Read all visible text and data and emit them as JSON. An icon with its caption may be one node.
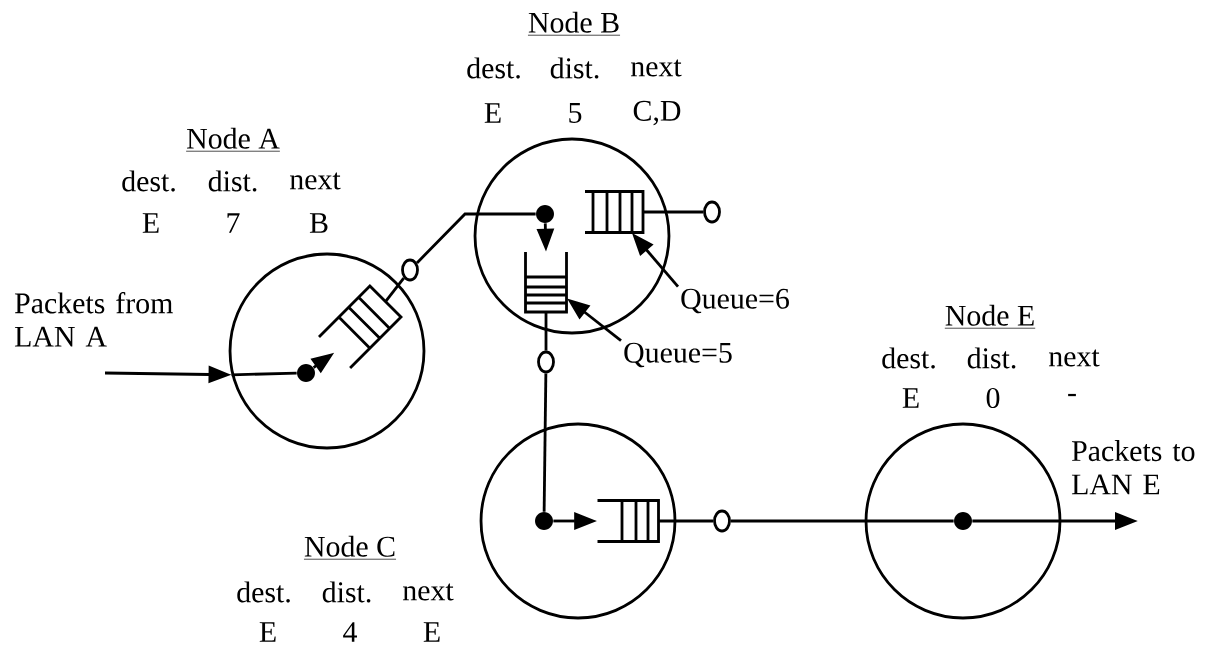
{
  "diagram": {
    "nodes": [
      {
        "text": [
          "Node A"
        ],
        "beside": [
          "dest.",
          "dist.",
          "next",
          "E",
          "7",
          "B"
        ]
      },
      {
        "text": [
          "Node B"
        ],
        "beside": [
          "dest.",
          "dist.",
          "next",
          "E",
          "5",
          "C,D"
        ]
      },
      {
        "text": [
          "Node C"
        ],
        "beside": [
          "dest.",
          "dist.",
          "next",
          "E",
          "4",
          "E"
        ]
      },
      {
        "text": [
          "Node E"
        ],
        "beside": [
          "dest.",
          "dist.",
          "next",
          "E",
          "0",
          "-"
        ]
      },
      {
        "text": [],
        "shape": "box",
        "in": 0
      },
      {
        "text": [],
        "shape": "box",
        "in": 1
      },
      {
        "text": [],
        "shape": "box",
        "in": 1
      },
      {
        "text": [],
        "shape": "box",
        "in": 2
      },
      {
        "text": [
          "Queue=6"
        ]
      },
      {
        "text": [
          "Queue=5"
        ]
      },
      {
        "text": [],
        "shape": "circle",
        "in": 0
      },
      {
        "text": [],
        "shape": "circle",
        "in": 1
      },
      {
        "text": [],
        "shape": "circle",
        "in": 2
      },
      {
        "text": [],
        "shape": "circle",
        "in": 3
      },
      {
        "text": [],
        "shape": "circle"
      },
      {
        "text": [],
        "shape": "circle"
      },
      {
        "text": [],
        "shape": "circle"
      },
      {
        "text": [],
        "shape": "circle"
      }
    ],
    "edges": [
      {
        "from": null,
        "to": 0,
        "arrow": "to"
      },
      {
        "from": 10,
        "to": 4,
        "arrow": "to"
      },
      {
        "from": 4,
        "to": 14,
        "arrow": "none"
      },
      {
        "from": 14,
        "to": 11,
        "arrow": "none"
      },
      {
        "from": 11,
        "to": 5,
        "arrow": "to"
      },
      {
        "from": 5,
        "to": 15,
        "arrow": "none"
      },
      {
        "from": 15,
        "to": 12,
        "arrow": "none"
      },
      {
        "from": 12,
        "to": 7,
        "arrow": "to"
      },
      {
        "from": 7,
        "to": 17,
        "arrow": "none"
      },
      {
        "from": 17,
        "to": 13,
        "arrow": "none"
      },
      {
        "from": 13,
        "to": null,
        "arrow": "to"
      },
      {
        "from": 6,
        "to": 16,
        "arrow": "none"
      },
      {
        "from": 8,
        "to": 6,
        "arrow": "to"
      },
      {
        "from": 9,
        "to": 5,
        "arrow": "to"
      },
      {
        "from": 0,
        "to": 10,
        "arrow": "none"
      }
    ],
    "labels": [
      "Packets from LAN A",
      "Packets to LAN E"
    ]
  }
}
